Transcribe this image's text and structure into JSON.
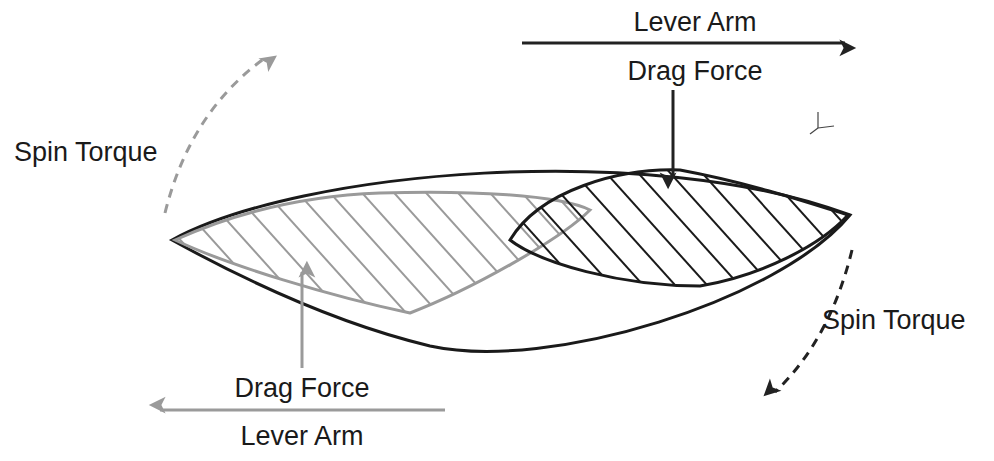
{
  "diagram": {
    "labels": [
      "Lever Arm",
      "Drag Force",
      "Spin Torque",
      "Spin Torque",
      "Drag Force",
      "Lever Arm"
    ]
  }
}
